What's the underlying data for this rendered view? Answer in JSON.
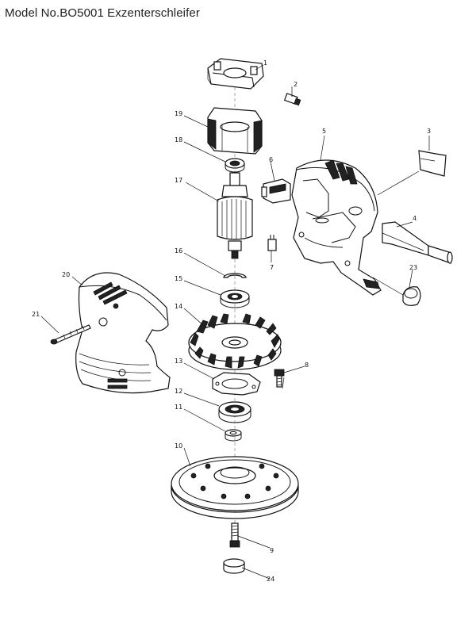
{
  "title": "Model No.BO5001 Exzenterschleifer",
  "parts": [
    {
      "id": "1",
      "label": "1"
    },
    {
      "id": "2",
      "label": "2"
    },
    {
      "id": "3",
      "label": "3"
    },
    {
      "id": "4",
      "label": "4"
    },
    {
      "id": "5",
      "label": "5"
    },
    {
      "id": "6",
      "label": "6"
    },
    {
      "id": "7",
      "label": "7"
    },
    {
      "id": "8",
      "label": "8"
    },
    {
      "id": "9",
      "label": "9"
    },
    {
      "id": "10",
      "label": "10"
    },
    {
      "id": "11",
      "label": "11"
    },
    {
      "id": "12",
      "label": "12"
    },
    {
      "id": "13",
      "label": "13"
    },
    {
      "id": "14",
      "label": "14"
    },
    {
      "id": "15",
      "label": "15"
    },
    {
      "id": "16",
      "label": "16"
    },
    {
      "id": "17",
      "label": "17"
    },
    {
      "id": "18",
      "label": "18"
    },
    {
      "id": "19",
      "label": "19"
    },
    {
      "id": "20",
      "label": "20"
    },
    {
      "id": "21",
      "label": "21"
    },
    {
      "id": "23",
      "label": "23"
    },
    {
      "id": "24",
      "label": "24"
    }
  ]
}
